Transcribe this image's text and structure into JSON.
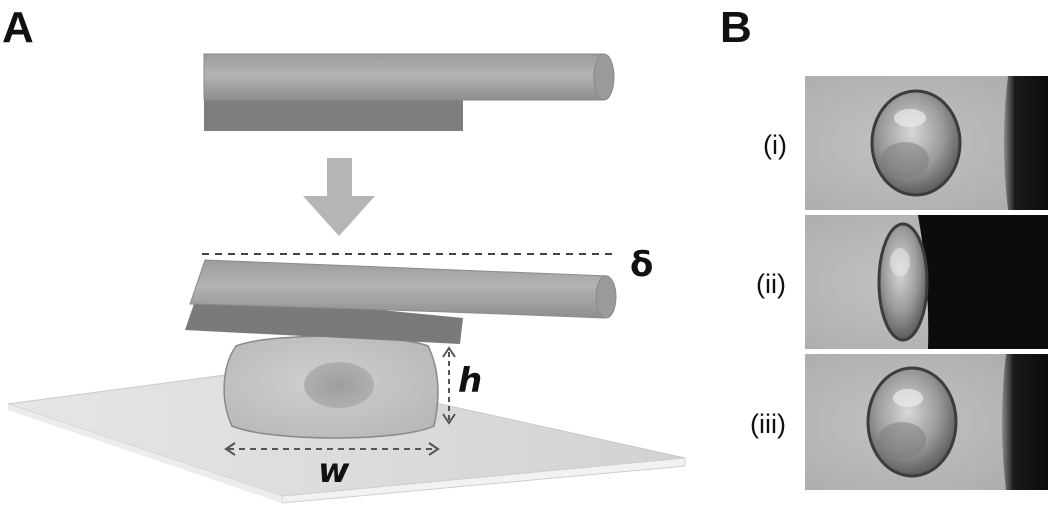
{
  "panel_a": {
    "label": "A",
    "annotations": {
      "deflection": "δ",
      "height": "h",
      "width": "w"
    }
  },
  "panel_b": {
    "label": "B",
    "frames": [
      {
        "label": "(i)",
        "state": "before-contact"
      },
      {
        "label": "(ii)",
        "state": "compressed"
      },
      {
        "label": "(iii)",
        "state": "after-release"
      }
    ]
  },
  "colors": {
    "cantilever_light": "#a6a6a6",
    "cantilever_dark": "#7a7a7a",
    "arrow": "#b4b4b4",
    "cell": "#c4c4c4",
    "substrate": "#dcdcdc",
    "micrograph_bg": "#b9b9b9",
    "micrograph_dark": "#0e0e0e"
  }
}
